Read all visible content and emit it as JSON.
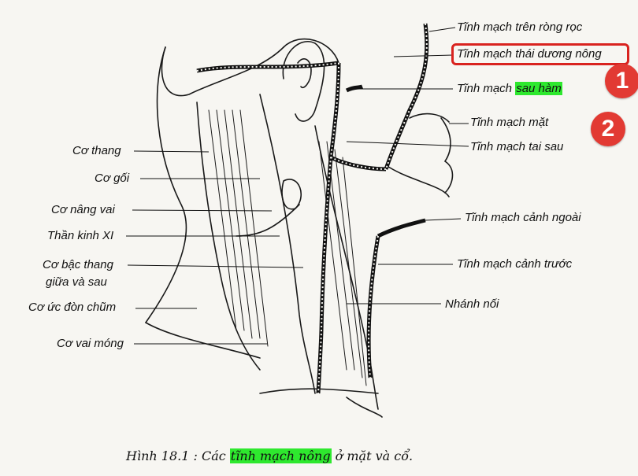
{
  "labels_right": [
    {
      "id": "tm-tren-rong-roc",
      "text": "Tĩnh mạch trên ròng rọc"
    },
    {
      "id": "tm-thai-duong-nong",
      "text": "Tĩnh mạch thái dương nông"
    },
    {
      "id": "tm-sau-ham-prefix",
      "text": "Tĩnh mạch "
    },
    {
      "id": "tm-sau-ham-hl",
      "text": "sau hàm"
    },
    {
      "id": "tm-mat",
      "text": "Tĩnh mạch mặt"
    },
    {
      "id": "tm-tai-sau",
      "text": "Tĩnh mạch tai sau"
    },
    {
      "id": "tm-canh-ngoai",
      "text": "Tĩnh mạch cảnh ngoài"
    },
    {
      "id": "tm-canh-truoc",
      "text": "Tĩnh mạch cảnh trước"
    },
    {
      "id": "nhanh-noi",
      "text": "Nhánh nối"
    }
  ],
  "labels_left": [
    {
      "id": "co-thang",
      "text": "Cơ thang"
    },
    {
      "id": "co-goi",
      "text": "Cơ gối"
    },
    {
      "id": "co-nang-vai",
      "text": "Cơ nâng vai"
    },
    {
      "id": "than-kinh-xi",
      "text": "Thần kinh XI"
    },
    {
      "id": "co-bac-thang-1",
      "text": "Cơ bậc thang"
    },
    {
      "id": "co-bac-thang-2",
      "text": "giữa và sau"
    },
    {
      "id": "co-uc-don-chum",
      "text": "Cơ ức đòn chũm"
    },
    {
      "id": "co-vai-mong",
      "text": "Cơ vai móng"
    }
  ],
  "caption": {
    "prefix": "Hình 18.1 : Các ",
    "highlight": "tĩnh mạch nông",
    "suffix": " ở mặt và cổ."
  },
  "badges": [
    "1",
    "2"
  ],
  "colors": {
    "highlight": "#2ee82e",
    "annotation": "#d9231f",
    "badge": "#e23a33"
  }
}
